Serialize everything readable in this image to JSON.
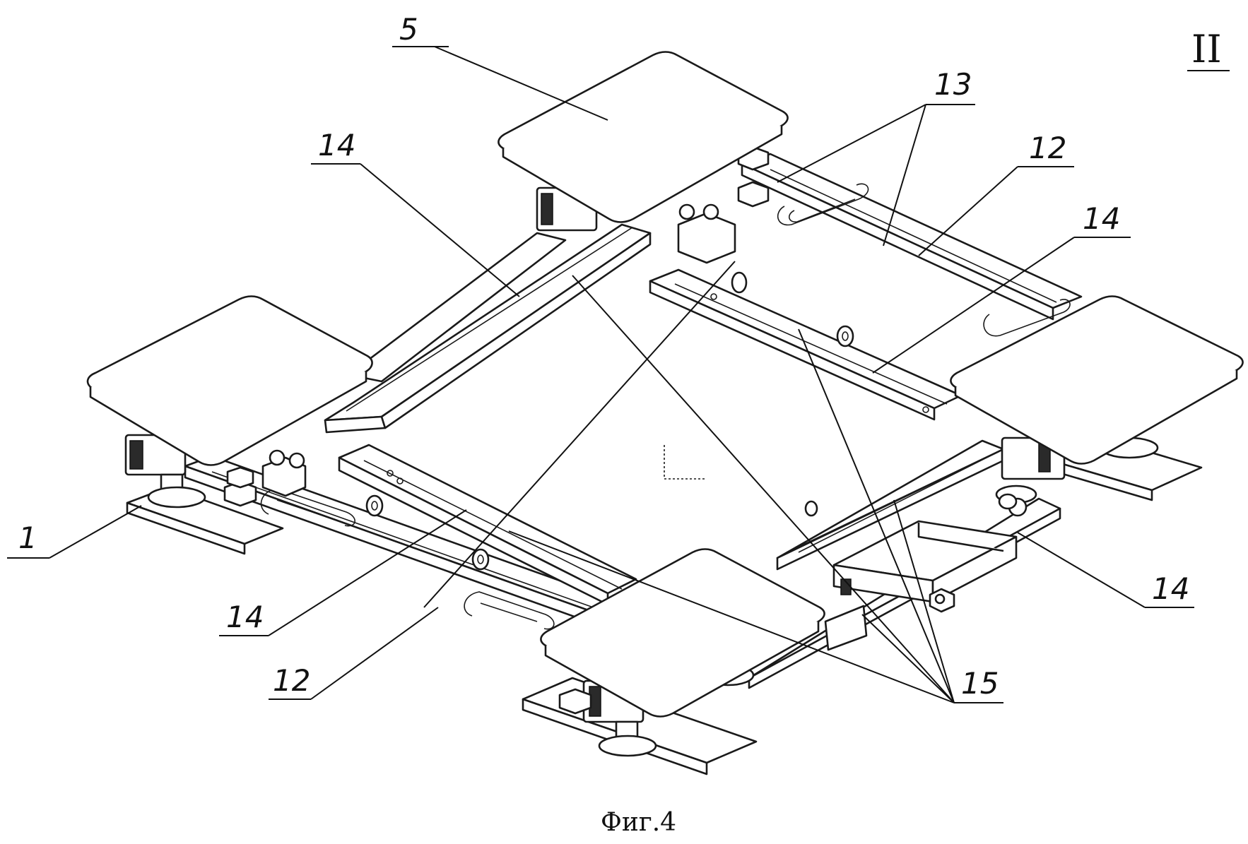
{
  "figure": {
    "caption": "Фиг.4",
    "sheet_mark": "II"
  },
  "callouts": {
    "ref_1": "1",
    "ref_5": "5",
    "ref_12_top": "12",
    "ref_12_bottom": "12",
    "ref_13": "13",
    "ref_14_top_left": "14",
    "ref_14_top_right": "14",
    "ref_14_bottom_left": "14",
    "ref_14_bottom_right": "14",
    "ref_15": "15"
  }
}
